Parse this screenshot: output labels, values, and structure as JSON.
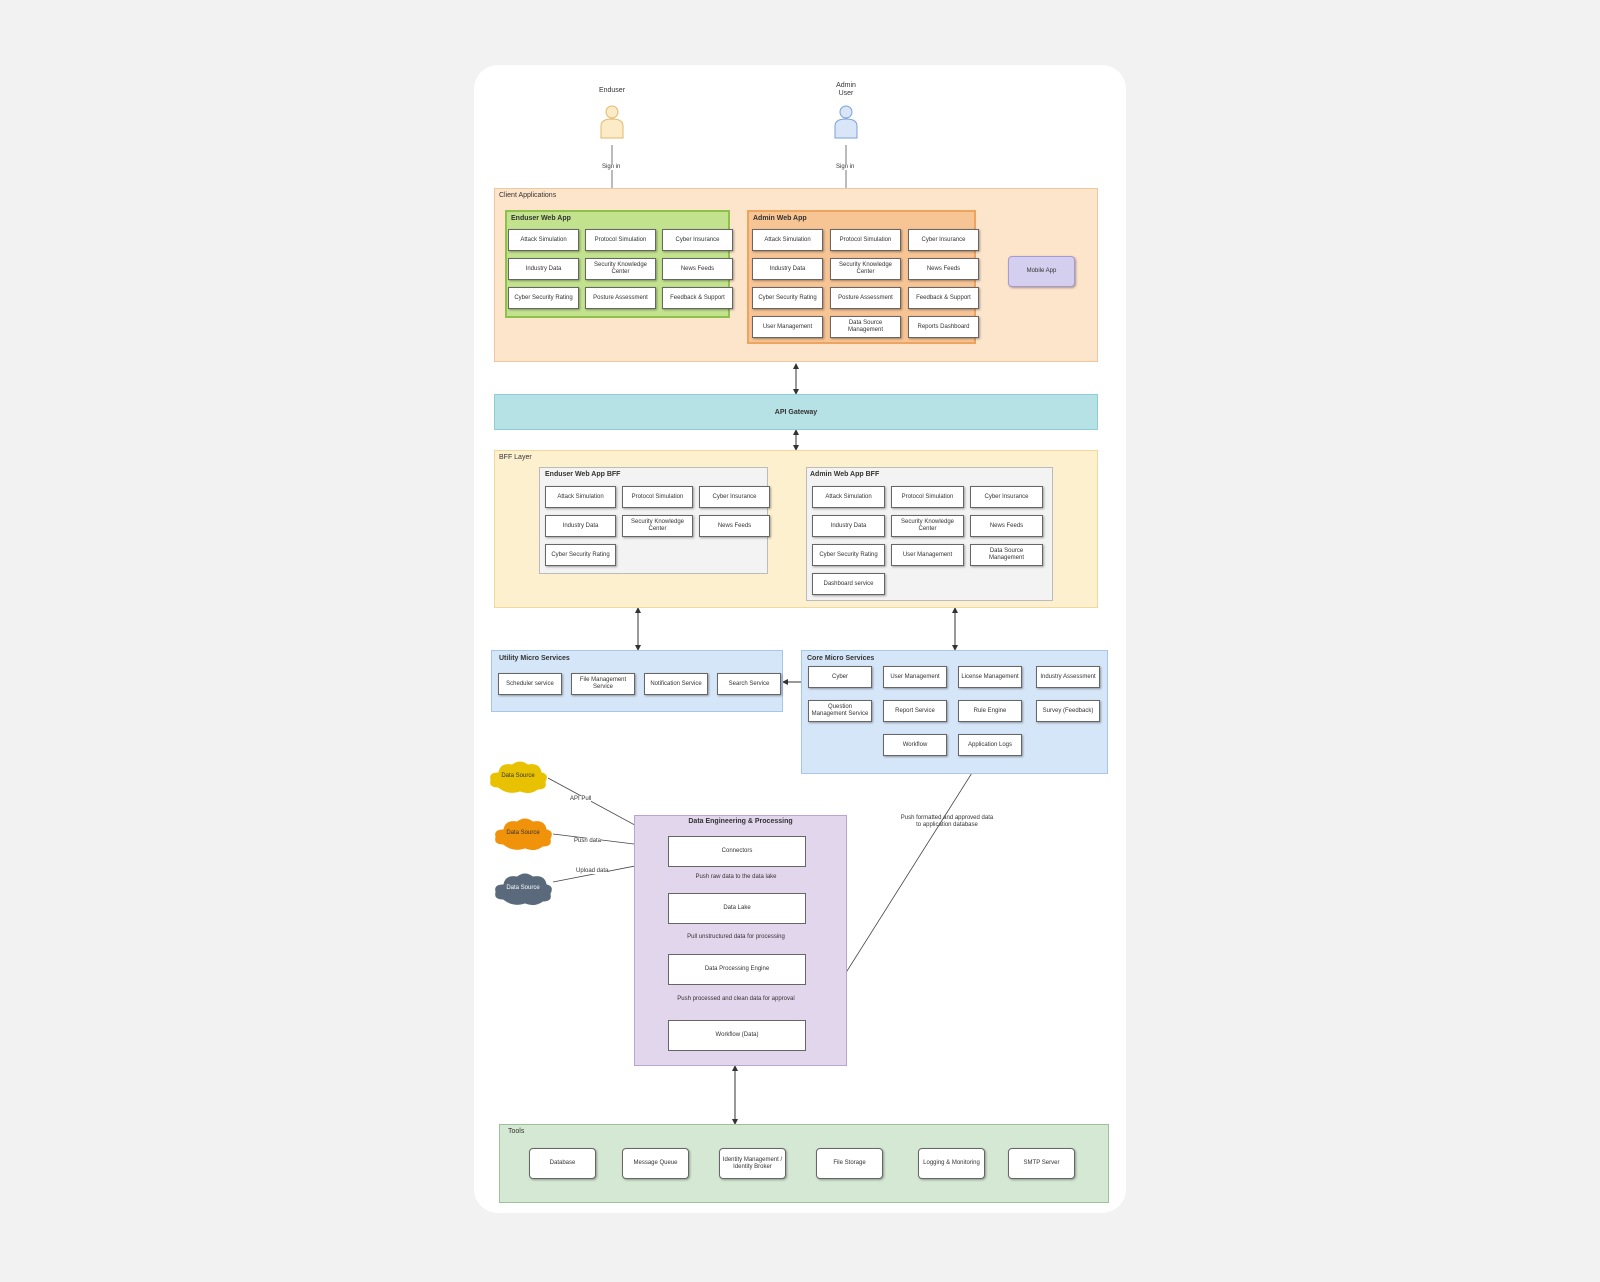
{
  "actors": [
    {
      "label": "Enduser",
      "color": "#fdebc8",
      "stroke": "#e0b96a"
    },
    {
      "label": "Admin User",
      "color": "#d8e6f8",
      "stroke": "#7aa1d4"
    }
  ],
  "sign_in_label": "Sign in",
  "client_applications": {
    "title": "Client Applications",
    "enduser_app": {
      "title": "Enduser Web App",
      "items": [
        "Attack Simulation",
        "Protocol Simulation",
        "Cyber Insurance",
        "Industry Data",
        "Security Knowledge Center",
        "News Feeds",
        "Cyber Security Rating",
        "Posture Assessment",
        "Feedback & Support"
      ]
    },
    "admin_app": {
      "title": "Admin Web App",
      "items": [
        "Attack Simulation",
        "Protocol Simulation",
        "Cyber Insurance",
        "Industry Data",
        "Security Knowledge Center",
        "News Feeds",
        "Cyber Security Rating",
        "Posture Assessment",
        "Feedback & Support",
        "User Management",
        "Data Source Management",
        "Reports Dashboard"
      ]
    },
    "mobile_app": "Mobile App"
  },
  "api_gateway": "API Gateway",
  "bff_layer": {
    "title": "BFF Layer",
    "enduser_bff": {
      "title": "Enduser Web App BFF",
      "items": [
        "Attack Simulation",
        "Protocol Simulation",
        "Cyber Insurance",
        "Industry Data",
        "Security Knowledge Center",
        "News Feeds",
        "Cyber Security Rating"
      ]
    },
    "admin_bff": {
      "title": "Admin Web App BFF",
      "items": [
        "Attack Simulation",
        "Protocol Simulation",
        "Cyber Insurance",
        "Industry Data",
        "Security Knowledge Center",
        "News Feeds",
        "Cyber Security Rating",
        "User Management",
        "Data Source Management",
        "Dashboard service"
      ]
    }
  },
  "utility_services": {
    "title": "Utility Micro Services",
    "items": [
      "Scheduler service",
      "File Management Service",
      "Notification Service",
      "Search Service"
    ]
  },
  "core_services": {
    "title": "Core Micro Services",
    "items": [
      "Cyber",
      "User Management",
      "License Management",
      "Industry Assessment",
      "Question Management Service",
      "Report Service",
      "Rule Engine",
      "Survey (Feedback)",
      "Workflow",
      "Application Logs"
    ]
  },
  "data_sources": [
    {
      "label": "Data Source",
      "color": "#e8c200",
      "edge": "API Pull"
    },
    {
      "label": "Data Source",
      "color": "#f0920a",
      "edge": "Push data"
    },
    {
      "label": "Data Source",
      "color": "#5a6a7c",
      "edge": "Upload data"
    }
  ],
  "data_engineering": {
    "title": "Data Engineering & Processing",
    "steps": [
      "Connectors",
      "Data Lake",
      "Data Processing Engine",
      "Workflow (Data)"
    ],
    "edge_labels": [
      "Push raw data to the data lake",
      "Pull unstructured data for processing",
      "Push processed and clean data for approval"
    ]
  },
  "push_note": "Push formatted and approved data to application database",
  "tools": {
    "title": "Tools",
    "items": [
      "Database",
      "Message Queue",
      "Identity Management / Identity Broker",
      "File Storage",
      "Logging & Monitoring",
      "SMTP Server"
    ]
  }
}
